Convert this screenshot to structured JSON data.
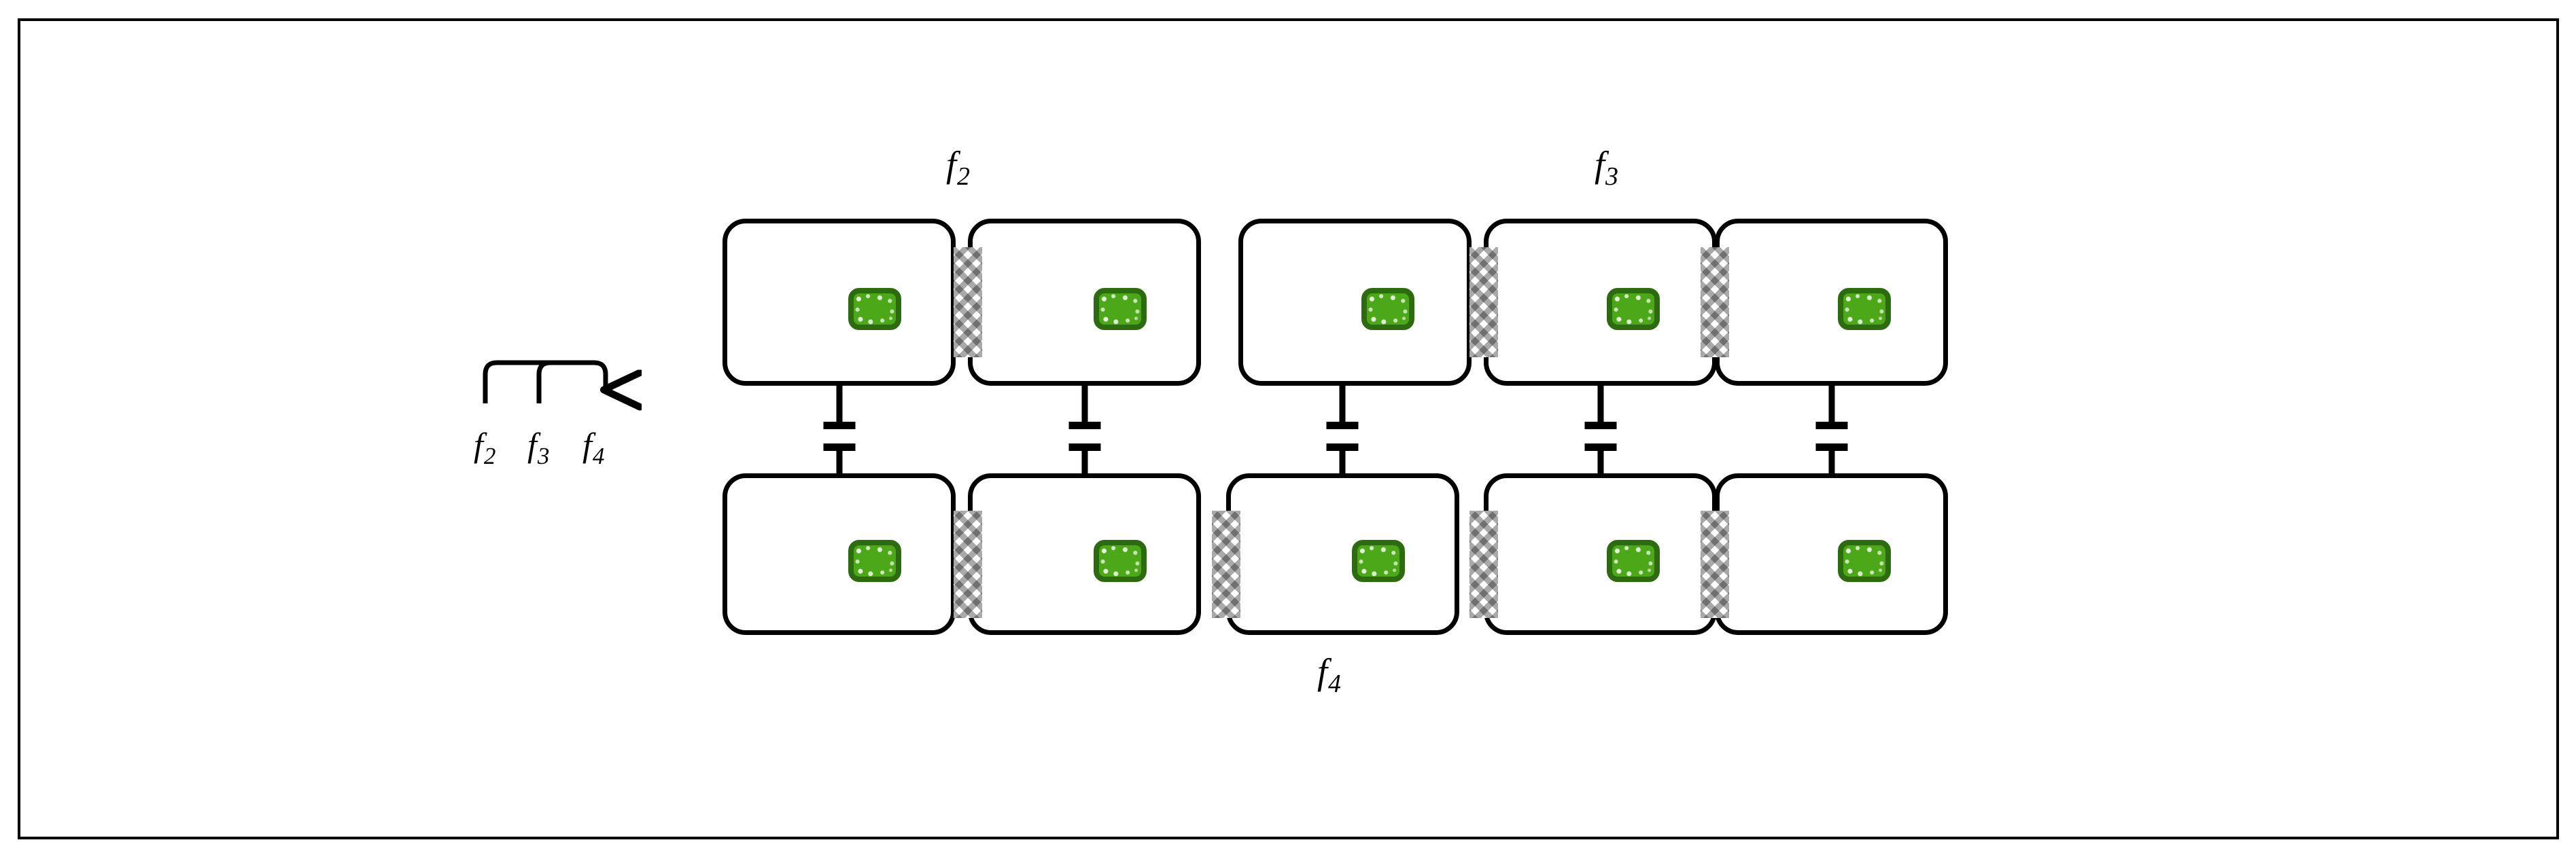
{
  "diagram": {
    "title": "",
    "frame": {
      "border_color": "#000000"
    },
    "colors": {
      "box_border": "#000000",
      "node_fill": "#4ca818",
      "node_border": "#2d6b10",
      "coupling_hatch": "#a9a9a9",
      "background": "#ffffff"
    },
    "grid": {
      "rows": 2,
      "columns": 5,
      "row_names": [
        "top-row",
        "bottom-row"
      ]
    },
    "labels": {
      "top_f2": {
        "text": "f",
        "sub": "2"
      },
      "top_f3": {
        "text": "f",
        "sub": "3"
      },
      "bottom_f4": {
        "text": "f",
        "sub": "4"
      }
    },
    "legend": {
      "items": [
        {
          "text": "f",
          "sub": "2"
        },
        {
          "text": "f",
          "sub": "3"
        },
        {
          "text": "f",
          "sub": "4"
        }
      ],
      "arc_count": 2,
      "arrow_target": "f4"
    },
    "cells": {
      "top": [
        {
          "index": 1,
          "node": "green-node"
        },
        {
          "index": 2,
          "node": "green-node"
        },
        {
          "index": 3,
          "node": "green-node"
        },
        {
          "index": 4,
          "node": "green-node"
        },
        {
          "index": 5,
          "node": "green-node"
        }
      ],
      "bottom": [
        {
          "index": 1,
          "node": "green-node"
        },
        {
          "index": 2,
          "node": "green-node"
        },
        {
          "index": 3,
          "node": "green-node"
        },
        {
          "index": 4,
          "node": "green-node"
        },
        {
          "index": 5,
          "node": "green-node"
        }
      ]
    },
    "couplings": {
      "top_row_gaps": [
        1,
        3,
        4
      ],
      "bottom_row_gaps": [
        1,
        2,
        3,
        4
      ]
    },
    "vertical_links": {
      "columns": [
        1,
        2,
        3,
        4,
        5
      ],
      "style": "double-T-stub"
    }
  }
}
